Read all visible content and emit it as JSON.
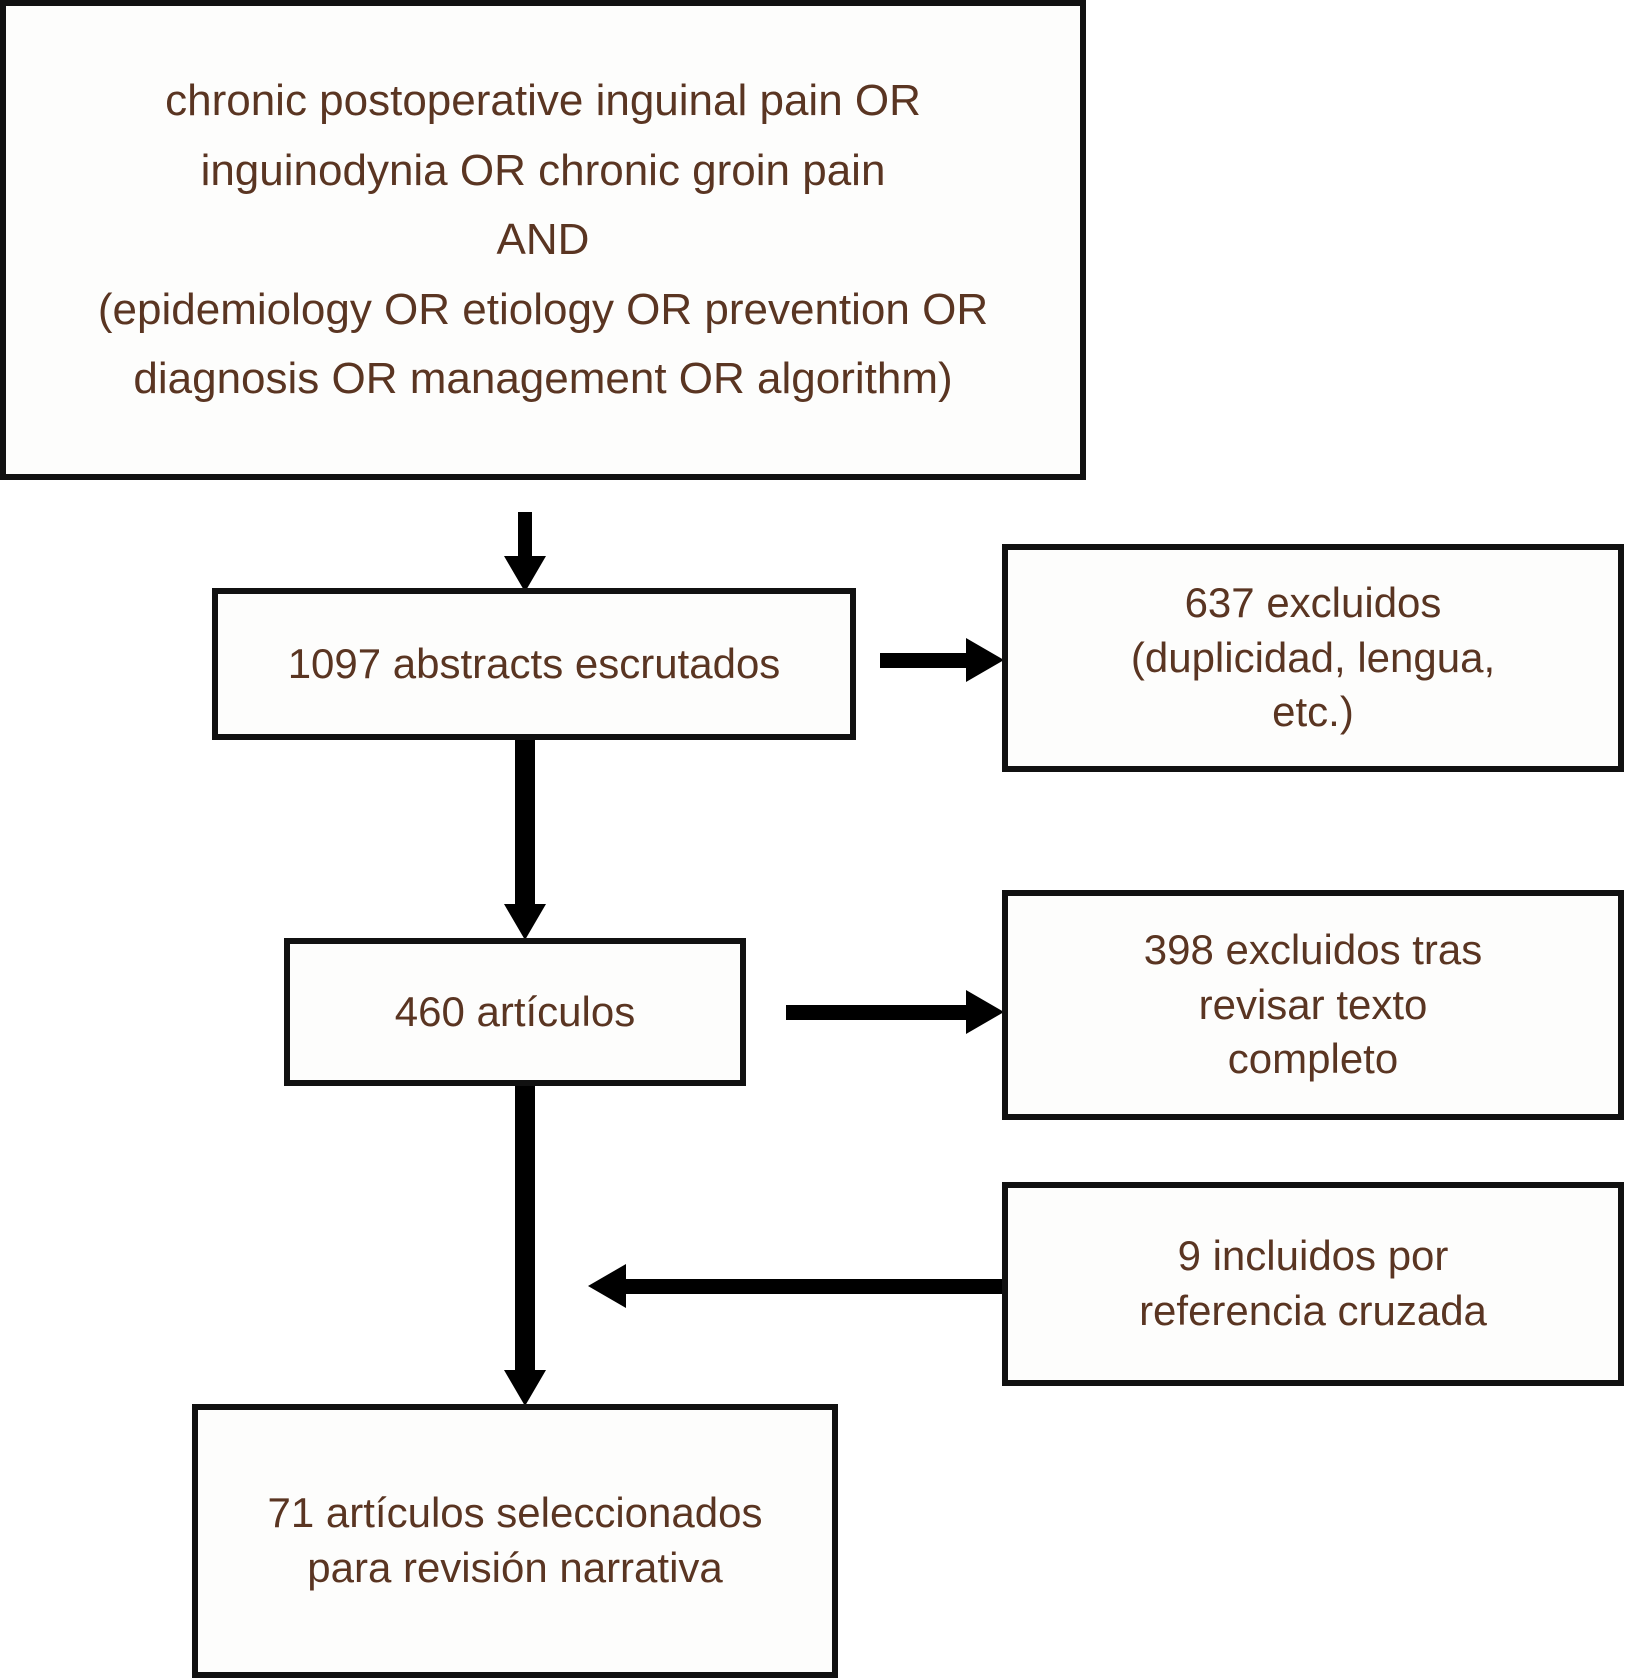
{
  "diagram": {
    "type": "flowchart",
    "title_text": "",
    "text_color": "#5a3522",
    "border_color": "#111111",
    "arrow_color": "#000000",
    "background": "#ffffff",
    "nodes": [
      {
        "id": "query",
        "name": "search-query-box",
        "text": "chronic postoperative inguinal pain OR\ninguinodynia OR chronic groin pain\nAND\n(epidemiology OR etiology OR prevention OR\ndiagnosis OR management OR algorithm)"
      },
      {
        "id": "abstracts",
        "name": "abstracts-screened-box",
        "text": "1097 abstracts escrutados",
        "count": 1097
      },
      {
        "id": "excluded1",
        "name": "excluded-duplicates-box",
        "text": "637 excluidos\n(duplicidad, lengua,\netc.)",
        "count": 637
      },
      {
        "id": "articles",
        "name": "articles-box",
        "text": "460 artículos",
        "count": 460
      },
      {
        "id": "excluded2",
        "name": "excluded-fulltext-box",
        "text": "398 excluidos tras\nrevisar texto\ncompleto",
        "count": 398
      },
      {
        "id": "crossref",
        "name": "included-crossref-box",
        "text": "9 incluidos por\nreferencia cruzada",
        "count": 9
      },
      {
        "id": "selected",
        "name": "selected-articles-box",
        "text": "71 artículos seleccionados\npara revisión narrativa",
        "count": 71
      }
    ],
    "edges": [
      {
        "id": "query-to-abstracts",
        "from": "query",
        "to": "abstracts",
        "direction": "down"
      },
      {
        "id": "abstracts-to-excluded1",
        "from": "abstracts",
        "to": "excluded1",
        "direction": "right"
      },
      {
        "id": "abstracts-to-articles",
        "from": "abstracts",
        "to": "articles",
        "direction": "down"
      },
      {
        "id": "articles-to-excluded2",
        "from": "articles",
        "to": "excluded2",
        "direction": "right"
      },
      {
        "id": "crossref-to-articles",
        "from": "crossref",
        "to": "articles",
        "direction": "left"
      },
      {
        "id": "articles-to-selected",
        "from": "articles",
        "to": "selected",
        "direction": "down"
      }
    ]
  }
}
